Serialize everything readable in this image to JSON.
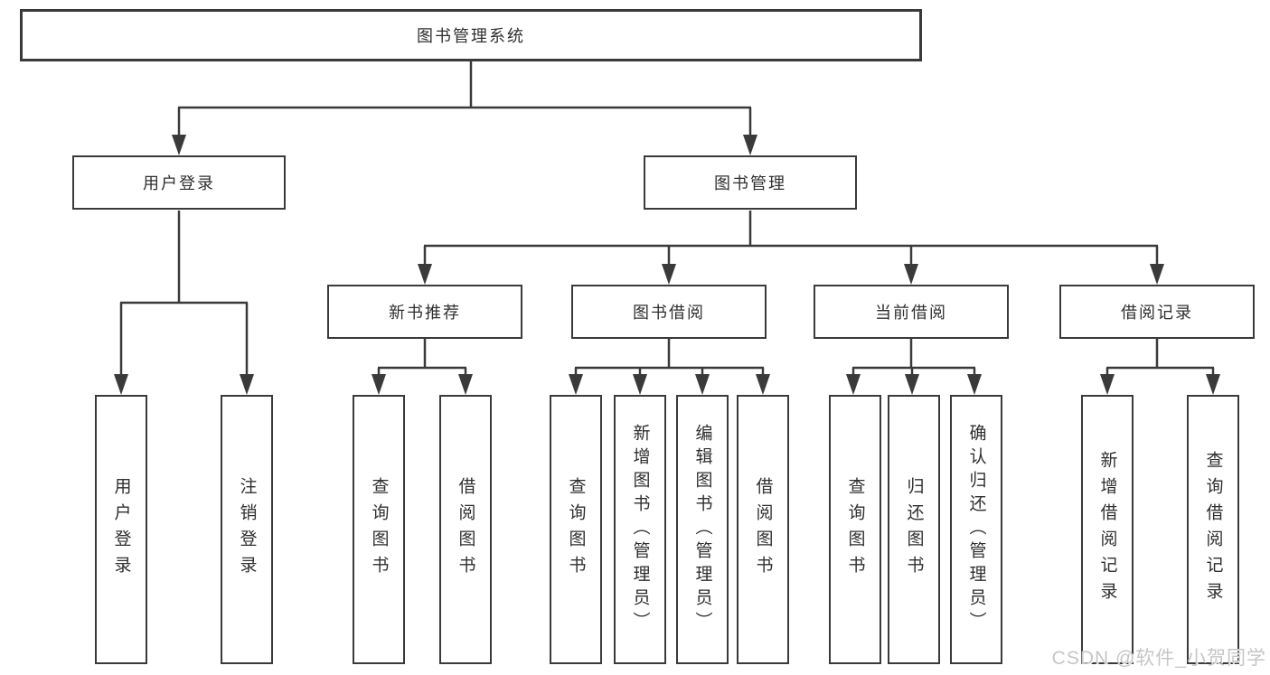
{
  "diagram": {
    "title": "图书管理系统",
    "branches": [
      {
        "label": "用户登录",
        "children": [
          {
            "label": "用户登录"
          },
          {
            "label": "注销登录"
          }
        ]
      },
      {
        "label": "图书管理",
        "children": [
          {
            "label": "新书推荐",
            "children": [
              {
                "label": "查询图书"
              },
              {
                "label": "借阅图书"
              }
            ]
          },
          {
            "label": "图书借阅",
            "children": [
              {
                "label": "查询图书"
              },
              {
                "label": "新增图书（管理员）"
              },
              {
                "label": "编辑图书（管理员）"
              },
              {
                "label": "借阅图书"
              }
            ]
          },
          {
            "label": "当前借阅",
            "children": [
              {
                "label": "查询图书"
              },
              {
                "label": "归还图书"
              },
              {
                "label": "确认归还（管理员）"
              }
            ]
          },
          {
            "label": "借阅记录",
            "children": [
              {
                "label": "新增借阅记录"
              },
              {
                "label": "查询借阅记录"
              }
            ]
          }
        ]
      }
    ]
  },
  "watermark": {
    "text": "CSDN @软件_小贺同学"
  },
  "colors": {
    "line": "#3a3a3a",
    "text": "#2f2f2f",
    "box_background": "#ffffff",
    "watermark": "#c6c6c6"
  }
}
